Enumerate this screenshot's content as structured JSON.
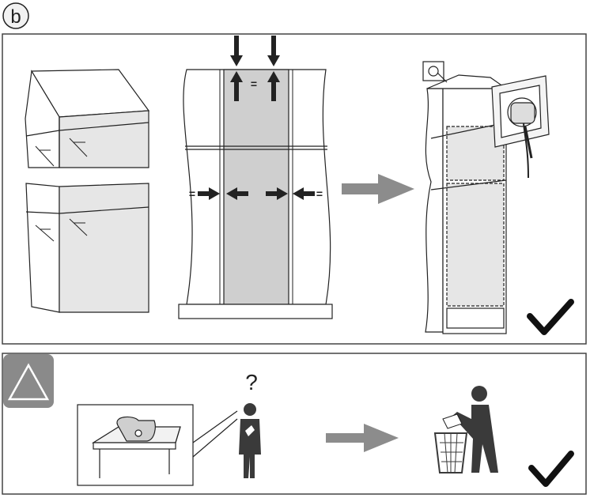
{
  "step_label": "b",
  "colors": {
    "line": "#222222",
    "panel_fill": "#e6e6e6",
    "panel_fill_dark": "#cfcfcf",
    "arrow": "#8c8c8c",
    "warning_bg": "#8a8a8a",
    "figure": "#3a3a3a",
    "check": "#111111"
  },
  "gap_symbol": "=",
  "question_mark": "?",
  "icons": {
    "step": "step-b-badge",
    "arrow": "gray-right-arrow",
    "ok": "checkmark-icon",
    "warning": "warning-triangle-icon",
    "bin": "waste-bin-icon",
    "socket": "power-socket-icon"
  }
}
